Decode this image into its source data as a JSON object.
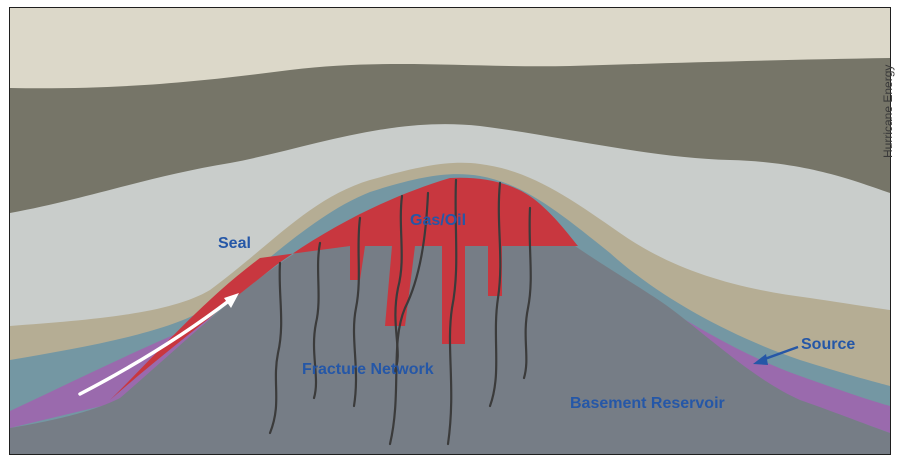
{
  "diagram": {
    "labels": {
      "seal": "Seal",
      "gas_oil": "Gas/Oil",
      "fracture_network": "Fracture Network",
      "source": "Source",
      "basement_reservoir": "Basement Reservoir"
    },
    "credit": "Hurricane Energy",
    "colors": {
      "top_layer": "#dcd8c9",
      "dark_layer": "#767568",
      "light_layer": "#c9cdcb",
      "tan_layer": "#b5ad94",
      "seal_layer": "#7497a3",
      "source_layer": "#9a6aad",
      "reservoir": "#767d86",
      "gas_oil": "#c8373f",
      "label_text": "#2557a7"
    },
    "icons": [
      "migration-arrow",
      "source-pointer-arrow",
      "fracture-lines"
    ]
  }
}
